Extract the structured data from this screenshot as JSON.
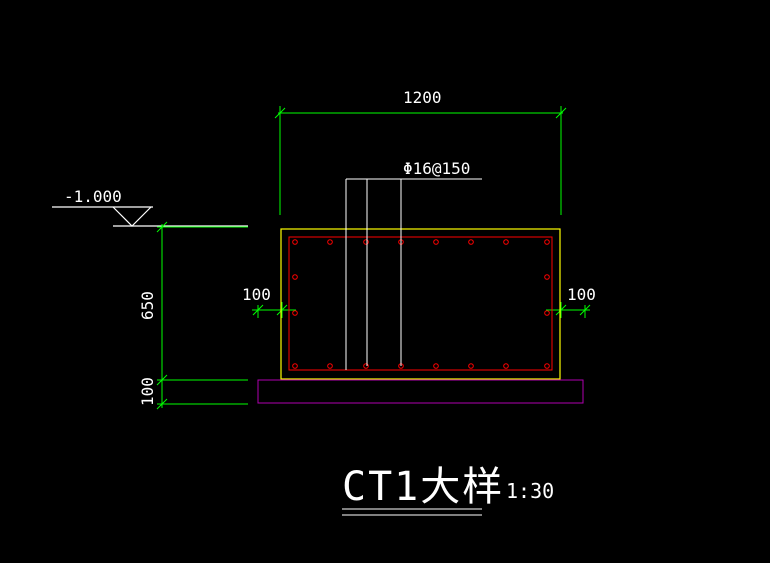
{
  "drawing": {
    "elevation_label": "-1.000",
    "dim_width": "1200",
    "dim_depth": "650",
    "dim_pad": "100",
    "dim_cover_left": "100",
    "dim_cover_right": "100",
    "rebar_label": "Φ16@150",
    "title": "CT1大样",
    "scale": "1:30"
  },
  "colors": {
    "background": "#000000",
    "dimension": "#00ff00",
    "concrete_outline": "#ffff00",
    "rebar": "#ff0000",
    "leader": "#ffffff",
    "pad": "#b000b0"
  }
}
